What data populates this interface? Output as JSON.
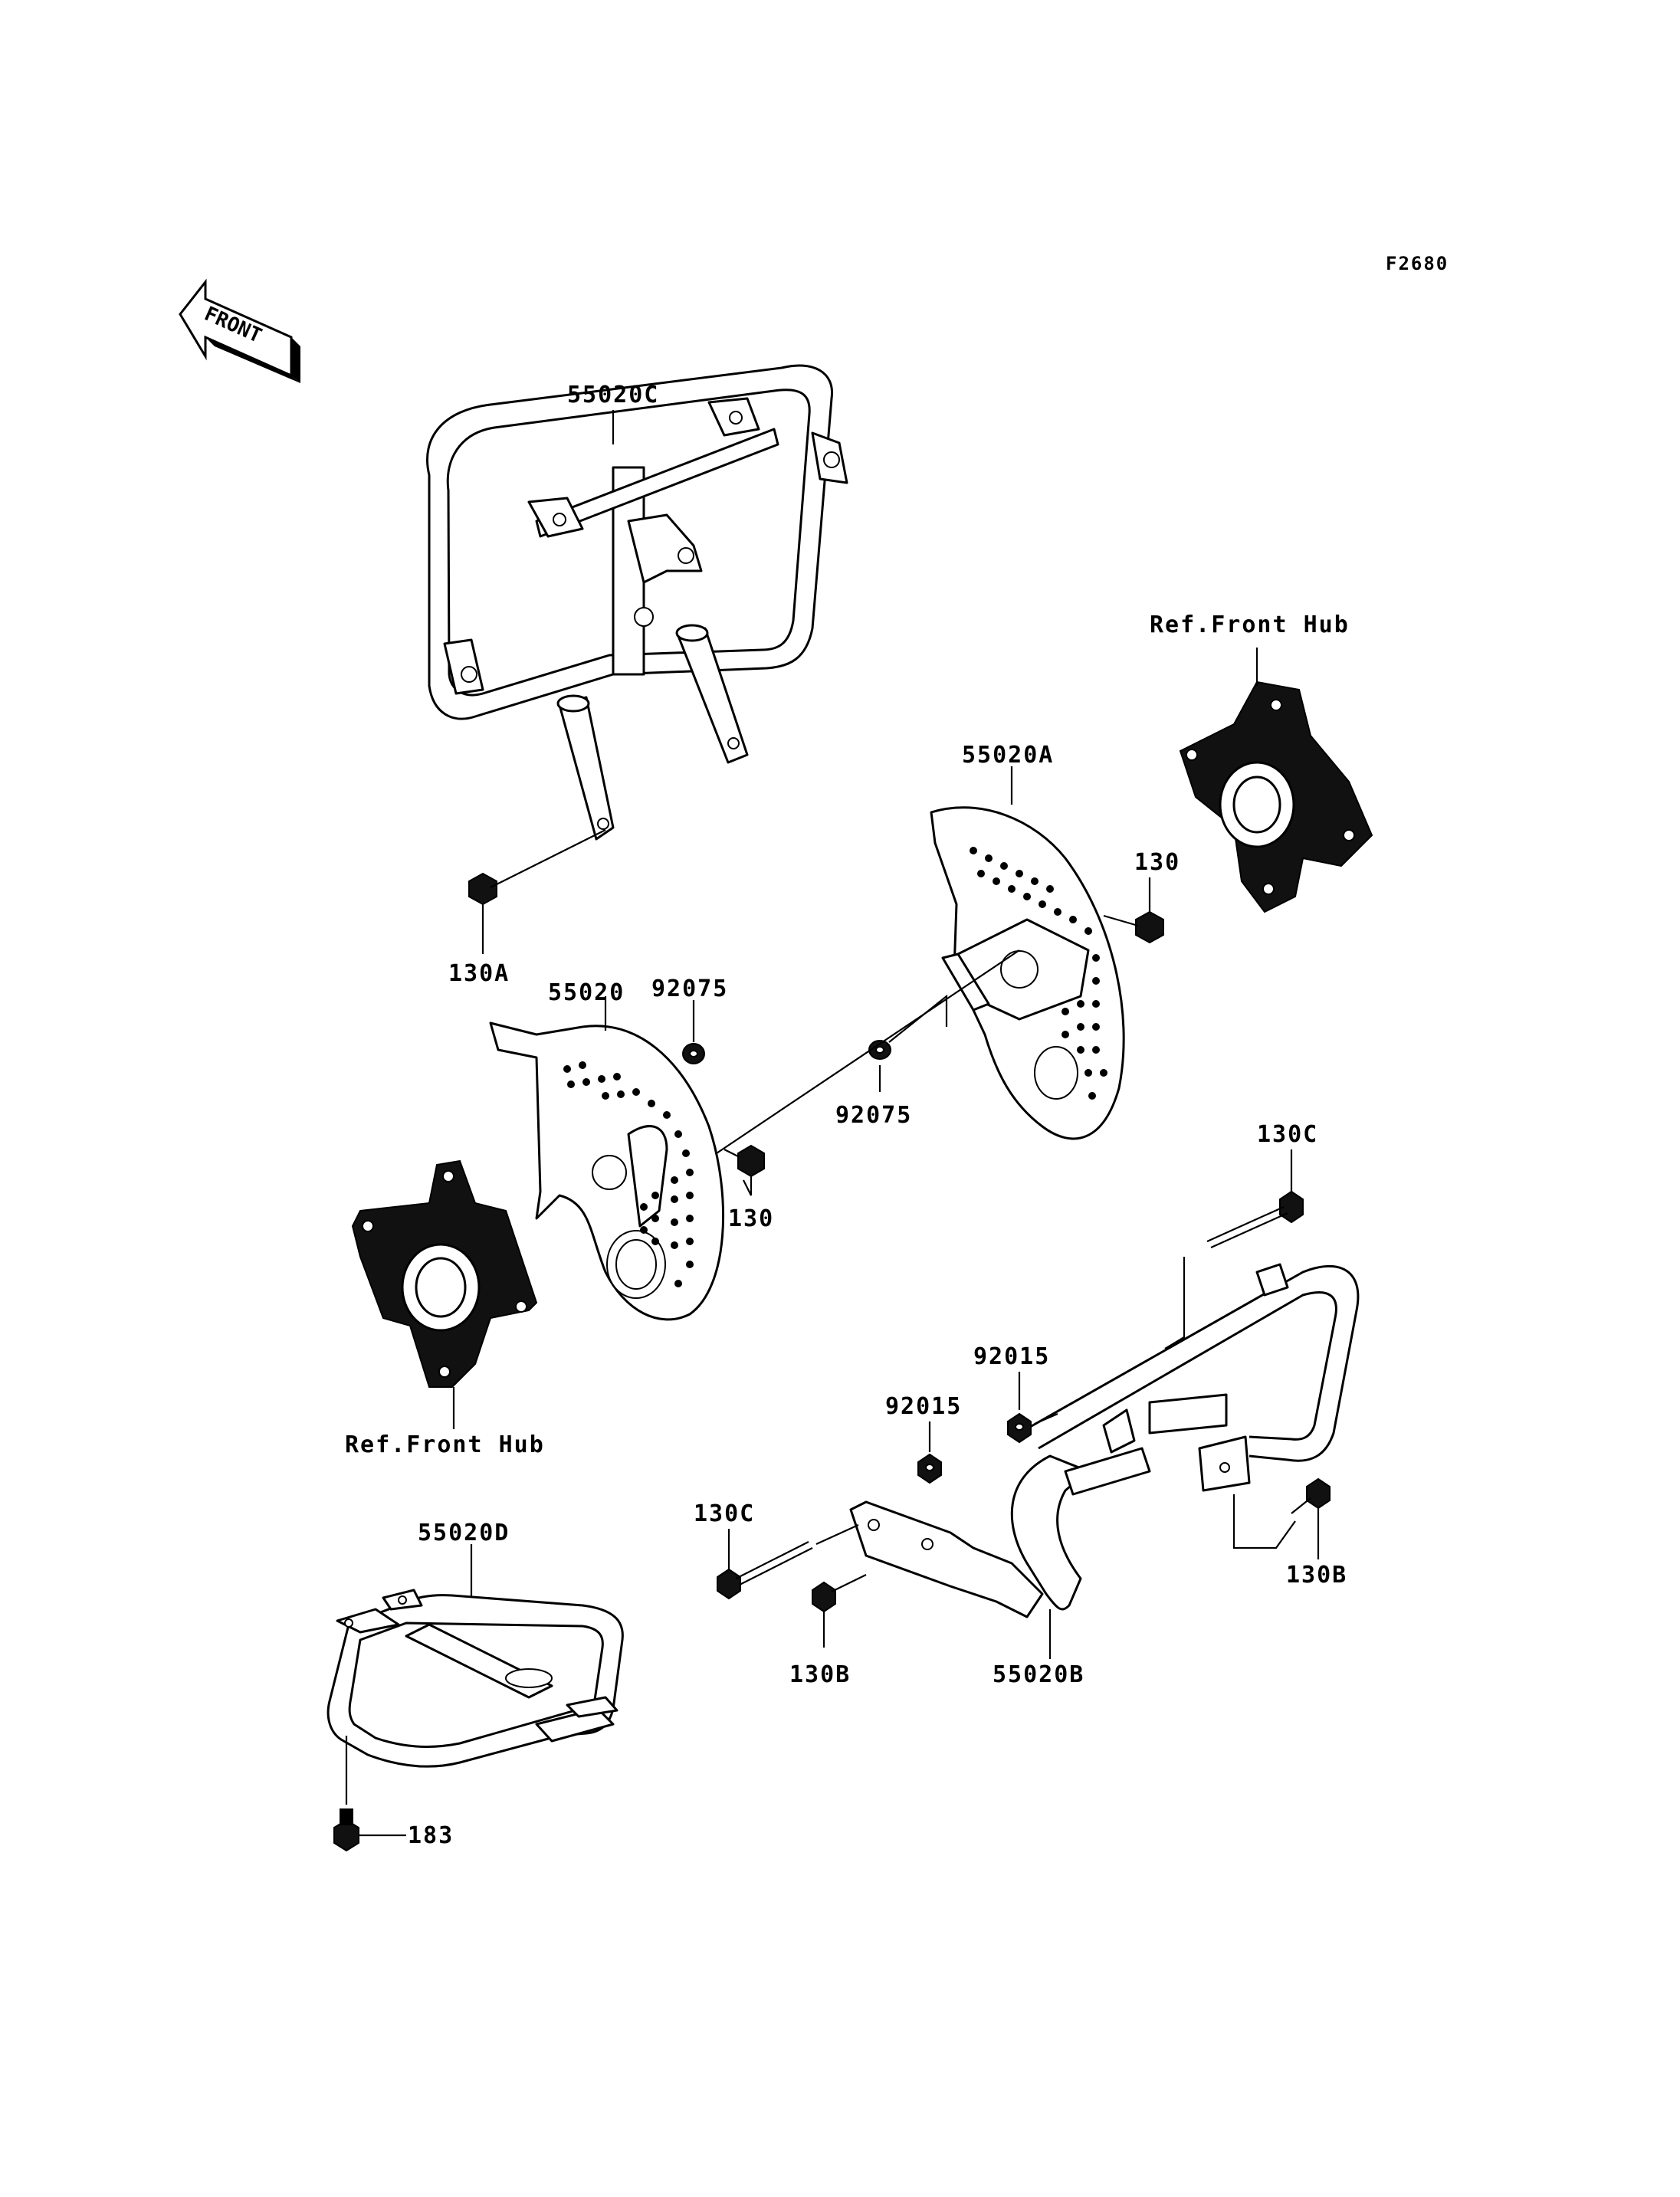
{
  "figure_code": "F2680",
  "direction_label": "FRONT",
  "labels": {
    "p55020C": "55020C",
    "p55020A": "55020A",
    "p55020": "55020",
    "p55020B": "55020B",
    "p55020D": "55020D",
    "p130_right": "130",
    "p130_left": "130",
    "p130A": "130A",
    "p130B_right": "130B",
    "p130B_bottom": "130B",
    "p130C_top": "130C",
    "p130C_left": "130C",
    "p92075_top": "92075",
    "p92075_bottom": "92075",
    "p92015_top": "92015",
    "p92015_bottom": "92015",
    "p183": "183",
    "ref_front_hub_right": "Ref.Front Hub",
    "ref_front_hub_left": "Ref.Front Hub"
  },
  "icons": [
    "front-arrow-icon",
    "front-bumper-icon",
    "rear-bumper-icon",
    "nerf-bar-icon",
    "skid-plate-icon",
    "brake-guard-icon",
    "hub-icon",
    "bolt-icon",
    "nut-icon"
  ]
}
